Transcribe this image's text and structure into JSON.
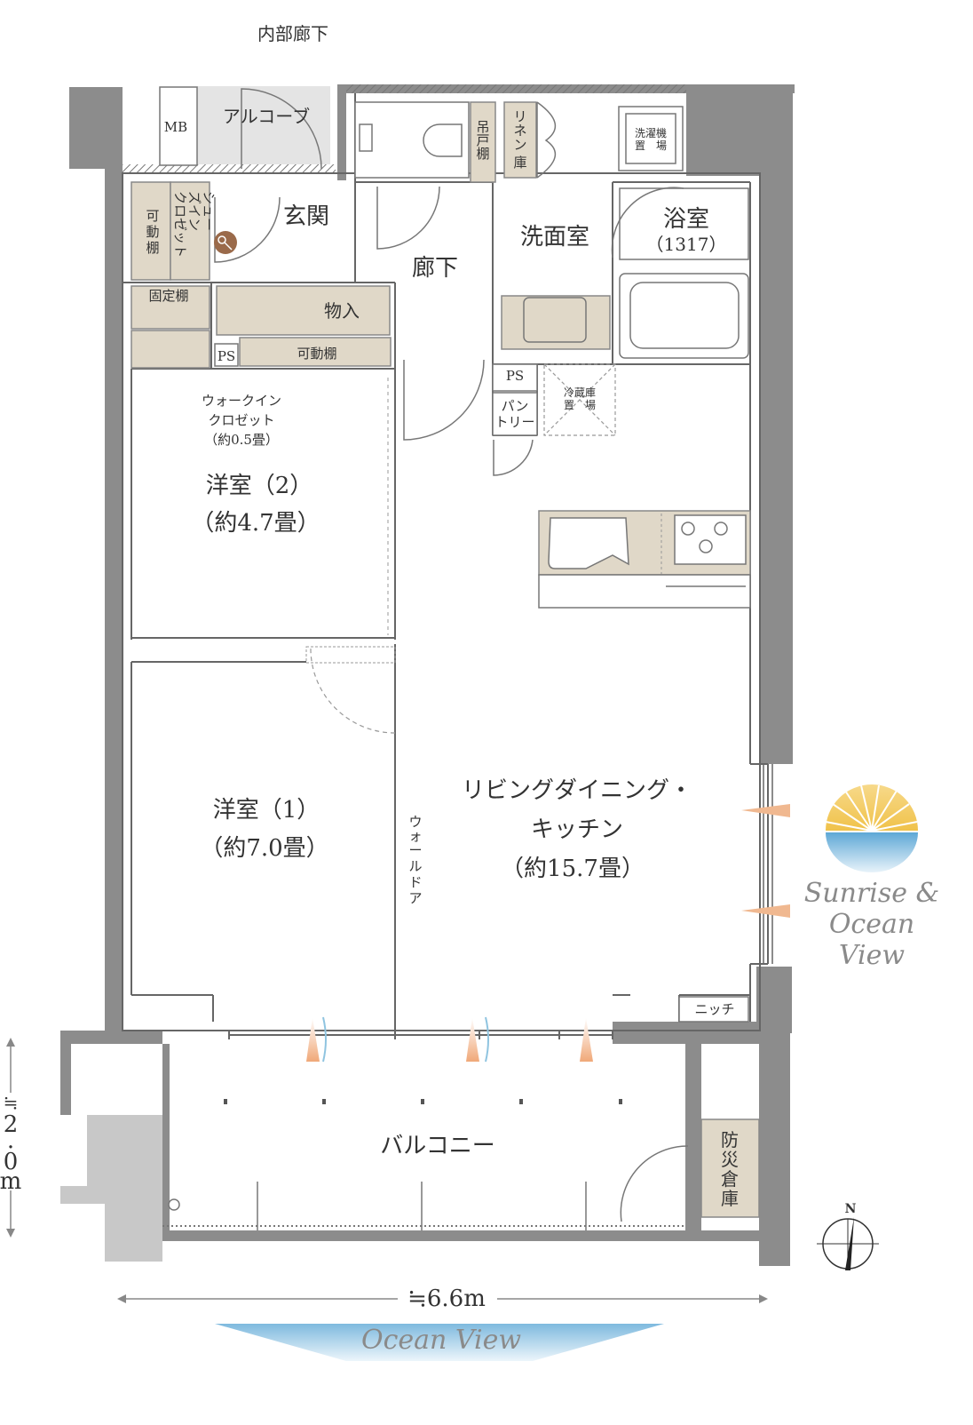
{
  "corridor_label": "内部廊下",
  "rooms": {
    "mb": "MB",
    "alcove": "アルコーブ",
    "entrance": "玄関",
    "shoe_closet": [
      "シュー",
      "ズイン",
      "クロゼット"
    ],
    "movable_shelf_1": [
      "可",
      "動",
      "棚"
    ],
    "fixed_shelf": "固定棚",
    "storage": "物入",
    "movable_shelf_2": "可動棚",
    "ps_1": "PS",
    "ps_2": "PS",
    "walkin_closet": [
      "ウォークイン",
      "クロゼット",
      "（約0.5畳）"
    ],
    "hall": "廊下",
    "hanging_shelf": [
      "吊",
      "戸",
      "棚"
    ],
    "linen": [
      "リ",
      "ネ",
      "ン",
      "庫"
    ],
    "washer": [
      "洗濯機",
      "置　場"
    ],
    "washroom": "洗面室",
    "bathroom": [
      "浴室",
      "（1317）"
    ],
    "fridge": [
      "冷蔵庫",
      "置　場"
    ],
    "pantry": [
      "パン",
      "トリー"
    ],
    "western_2": [
      "洋室（2）",
      "（約4.7畳）"
    ],
    "western_1": [
      "洋室（1）",
      "（約7.0畳）"
    ],
    "ldk": [
      "リビングダイニング・",
      "キッチン",
      "（約15.7畳）"
    ],
    "wall_door": [
      "ウ",
      "ォ",
      "ー",
      "ル",
      "ド",
      "ア"
    ],
    "niche": "ニッチ",
    "balcony": "バルコニー",
    "disaster_storage": [
      "防",
      "災",
      "倉",
      "庫"
    ]
  },
  "dimensions": {
    "width": "≒6.6m",
    "depth": [
      "≒",
      "2",
      ".",
      "0",
      "m"
    ]
  },
  "compass": "N",
  "brand": {
    "lines": [
      "Sunrise &",
      "Ocean",
      "View"
    ],
    "ocean_view": "Ocean View"
  },
  "colors": {
    "wall": "#8c8c8c",
    "wall_gray": "#c8c8c8",
    "storage": "#e0d8c8",
    "arrow": "#f0b890",
    "sea": "#8fc4e0"
  }
}
